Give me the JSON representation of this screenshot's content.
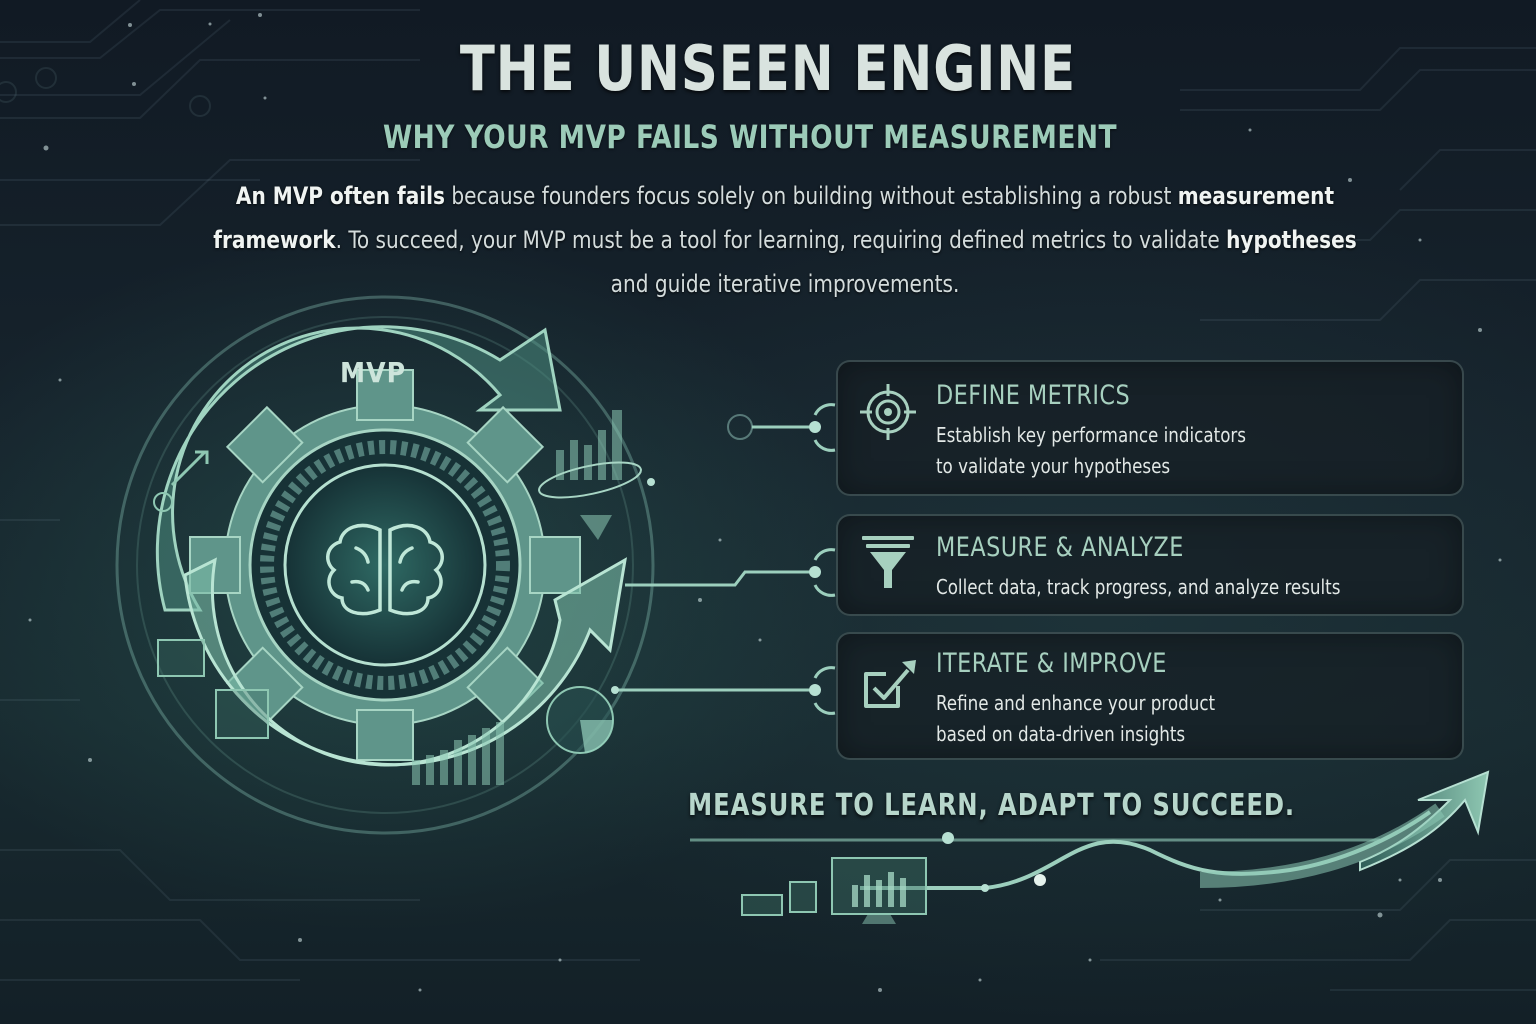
{
  "header": {
    "title": "THE UNSEEN ENGINE",
    "subtitle": "WHY YOUR MVP FAILS WITHOUT MEASUREMENT"
  },
  "intro": {
    "seg1_bold": "An MVP often fails",
    "seg2": " because founders focus solely on building without establishing a robust ",
    "seg3_bold": "measurement framework",
    "seg4": ". To succeed, your MVP must be a tool for learning, requiring defined metrics to validate ",
    "seg5_bold": "hypotheses",
    "seg6": " and guide iterative improvements."
  },
  "diagram": {
    "cycle_label": "MVP",
    "center_icon": "brain-icon",
    "gear_icon": "gear-icon"
  },
  "steps": [
    {
      "icon": "target-icon",
      "title": "DEFINE METRICS",
      "line1": "Establish key performance indicators",
      "line2": "to validate your hypotheses"
    },
    {
      "icon": "funnel-icon",
      "title": "MEASURE & ANALYZE",
      "line1": "Collect data, track progress, and analyze results"
    },
    {
      "icon": "checkbox-arrow-icon",
      "title": "ITERATE & IMPROVE",
      "line1": "Refine and enhance your product",
      "line2": "based on data-driven insights"
    }
  ],
  "footer": {
    "tagline": "MEASURE TO LEARN, ADAPT TO SUCCEED."
  },
  "colors": {
    "background": "#16232c",
    "accent": "#8fc4b0",
    "heading": "#d9e3df",
    "subtitle": "#9ccbb8",
    "card_border": "#5f7878"
  }
}
